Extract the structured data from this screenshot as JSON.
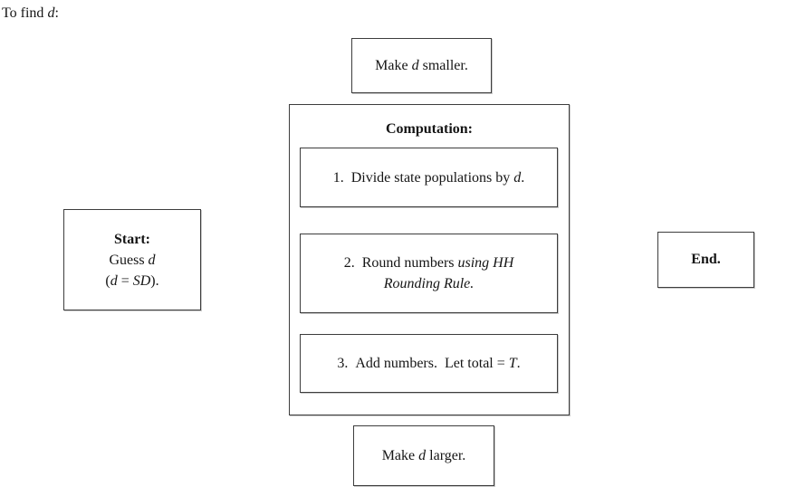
{
  "intro": {
    "pre": "To find ",
    "var": "d",
    "post": ":"
  },
  "boxes": {
    "make_smaller": {
      "pre": "Make ",
      "var": "d",
      "post": " smaller."
    },
    "computation": {
      "title": "Computation:",
      "steps": [
        {
          "pre": "1. Divide state populations by ",
          "var": "d",
          "post": "."
        },
        {
          "pre": "2. Round numbers ",
          "italic_line1": "using HH",
          "italic_line2": "Rounding Rule."
        },
        {
          "pre": "3. Add numbers. Let total = ",
          "var": "T",
          "post": "."
        }
      ]
    },
    "start": {
      "title": "Start:",
      "line2_pre": "Guess ",
      "line2_var": "d",
      "line3_open": "(",
      "line3_var1": "d",
      "line3_eq": " = ",
      "line3_var2": "SD",
      "line3_close": ")."
    },
    "end": {
      "label": "End."
    },
    "make_larger": {
      "pre": "Make ",
      "var": "d",
      "post": " larger."
    }
  }
}
